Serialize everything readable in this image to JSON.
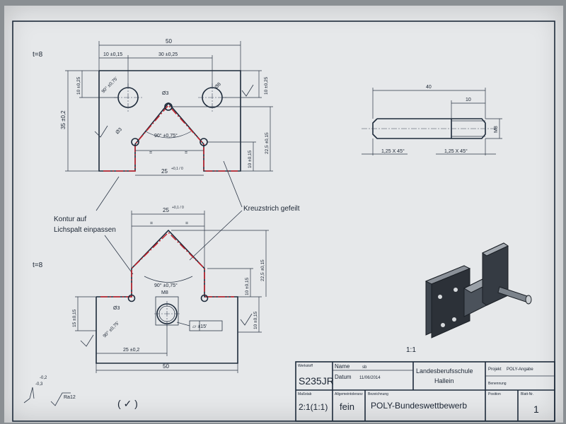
{
  "drawing": {
    "top_view": {
      "thickness": "t=8",
      "dims": {
        "width": "50",
        "left_offset": "10 ±0,15",
        "hole_spacing": "30 ±0,25",
        "height": "35 ±0,2",
        "top_offset_left": "10 ±0,25",
        "top_offset_right": "10 ±0,25",
        "angle_left": "90° ±0,75'",
        "hole_dia_right": "Ø8",
        "hole_dia_small": "Ø3",
        "hole_dia_small_left": "Ø3",
        "angle_center": "90° ±0,75°",
        "right_height": "22,5 ±0,15",
        "right_low": "10 ±0,15",
        "bottom_width": "25",
        "bottom_tol": "+0,1 / 0",
        "eq_left": "=",
        "eq_right": "="
      }
    },
    "bottom_view": {
      "thickness": "t=8",
      "dims": {
        "top_width": "25",
        "top_tol": "+0,1 / 0",
        "eq_left": "=",
        "eq_right": "=",
        "angle": "90° ±0,75°",
        "right_height": "22,5 ±0,15",
        "right_low": "10 ±0,15",
        "right_base": "10 ±0,15",
        "left_height": "15 ±0,15",
        "hole_dia": "Ø3",
        "thread": "M8",
        "flatness": "⏥ ±15'",
        "angle_left": "90° ±0,75'",
        "offset": "25 ±0,2",
        "width": "50"
      }
    },
    "pin": {
      "length": "40",
      "thread_len": "10",
      "chamfer_left": "1,25 X 45°",
      "chamfer_right": "1,25 X 45°",
      "thread": "M8"
    },
    "annotations": {
      "contour_line1": "Kontur auf",
      "contour_line2": "Lichspalt einpassen",
      "cross_filed": "Kreuzstrich gefeilt"
    },
    "scale_iso": "1:1",
    "surface": {
      "tol_top": "-0,2",
      "tol_bottom": "-0,3",
      "roughness": "Ra12",
      "general": "( ✓ )"
    }
  },
  "title_block": {
    "material_label": "Werkstoff",
    "material": "S235JR",
    "name_label": "Name",
    "name_value": "sb",
    "date_label": "Datum",
    "date_value": "11/06/2014",
    "school_line1": "Landesberufsschule",
    "school_line2": "Hallein",
    "project_label": "Projekt",
    "project_value": "POLY-Angabe",
    "remark_label": "Benennung",
    "scale_label": "Maßstab",
    "scale_value": "2:1(1:1)",
    "tolerance_label": "Allgemeintoleranz",
    "tolerance_value": "fein",
    "title_label": "Bezeichnung",
    "title_value": "POLY-Bundeswettbewerb",
    "page_label": "Blatt-Nr.",
    "page_value": "1",
    "position_label": "Position"
  }
}
